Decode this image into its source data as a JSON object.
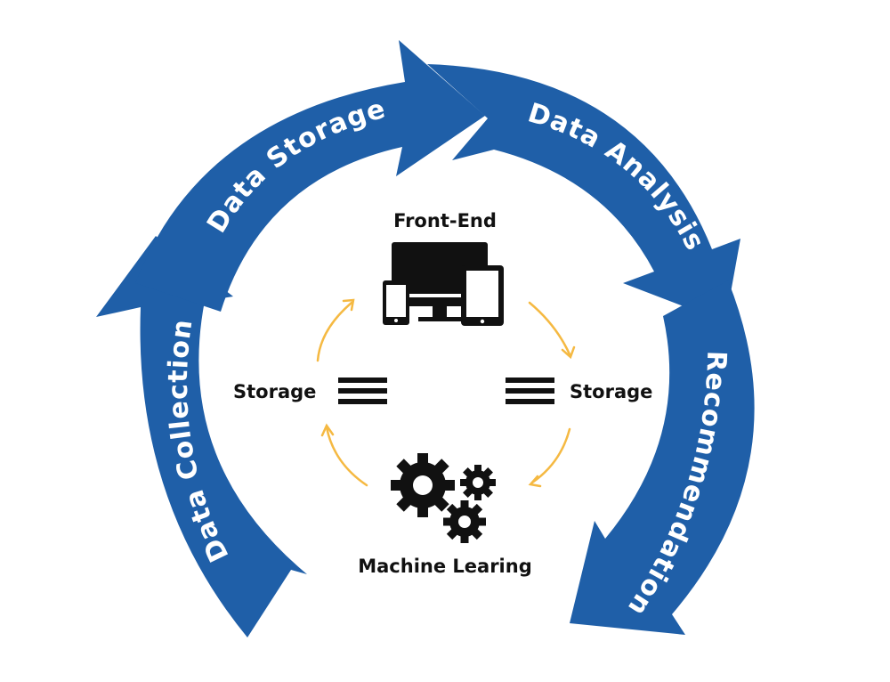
{
  "cycle": {
    "segments": [
      {
        "label": "Data Storage"
      },
      {
        "label": "Data Analysis"
      },
      {
        "label": "Recommendations"
      },
      {
        "label": "Data Collection"
      }
    ]
  },
  "inner": {
    "front_end_label": "Front-End",
    "storage_left_label": "Storage",
    "storage_right_label": "Storage",
    "machine_learning_label": "Machine Learing"
  },
  "colors": {
    "cycle_blue": "#1f5fa8",
    "inner_arrow": "#f5b942",
    "icon": "#111111",
    "text_on_blue": "#ffffff"
  },
  "icons": [
    "devices-icon",
    "storage-lines-icon",
    "gears-icon"
  ]
}
